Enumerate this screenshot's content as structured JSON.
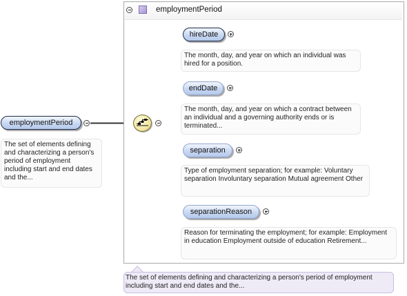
{
  "root": {
    "label": "employmentPeriod",
    "description": "The set of elements defining and characterizing a person's period of employment including start and end dates and the..."
  },
  "group": {
    "title": "employmentPeriod"
  },
  "children": [
    {
      "label": "hireDate",
      "occurrence": "required",
      "description": "The month, day, and year on which an individual was hired for a position."
    },
    {
      "label": "endDate",
      "occurrence": "optional",
      "description": "The month, day, and year on which a contract between an individual and a governing authority ends or is terminated..."
    },
    {
      "label": "separation",
      "occurrence": "optional",
      "description": "Type of employment separation; for example: Voluntary separation Involuntary separation Mutual agreement Other"
    },
    {
      "label": "separationReason",
      "occurrence": "optional",
      "description": "Reason for terminating the employment; for example: Employment in education Employment outside of education Retirement..."
    }
  ],
  "footer": {
    "text": "The set of elements defining and characterizing a person's period of employment including start and end dates and the..."
  },
  "compositor": {
    "type": "sequence",
    "icon": "sequence-icon"
  },
  "colors": {
    "node_fill": "#c8d8f2",
    "node_border": "#1e2b48",
    "group_icon": "#a794d6",
    "compositor_fill": "#f3e7a2",
    "footer_fill": "#eeeaf6"
  }
}
